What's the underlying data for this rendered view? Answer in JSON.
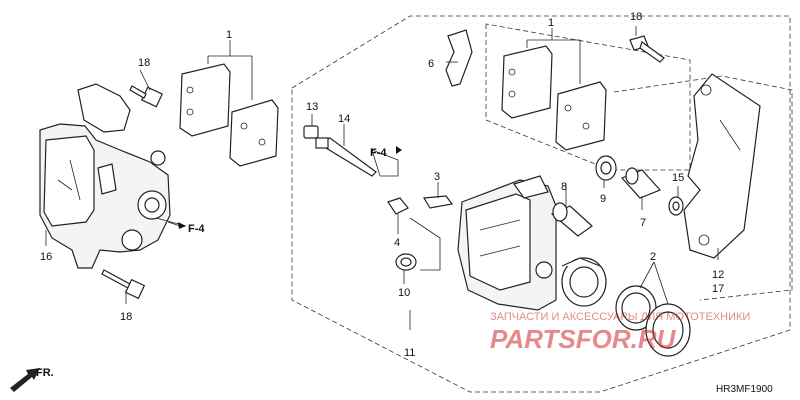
{
  "callouts": {
    "c1a": "1",
    "c1b": "1",
    "c2": "2",
    "c3": "3",
    "c4": "4",
    "c6": "6",
    "c7": "7",
    "c8": "8",
    "c9": "9",
    "c10": "10",
    "c11": "11",
    "c12": "12",
    "c13": "13",
    "c14": "14",
    "c15": "15",
    "c16": "16",
    "c17": "17",
    "c18a": "18",
    "c18b": "18",
    "c18c": "18"
  },
  "refs": {
    "f4_left": "F-4",
    "f4_center": "F-4"
  },
  "direction": {
    "fr": "FR."
  },
  "watermark": {
    "line1": "ЗАПЧАСТИ И АКСЕССУАРЫ ДЛЯ МОТОТЕХНИКИ",
    "line2": "PARTSFOR.RU"
  },
  "diagram_code": "HR3MF1900",
  "colors": {
    "watermark": "#d02a2a",
    "line": "#222222"
  }
}
